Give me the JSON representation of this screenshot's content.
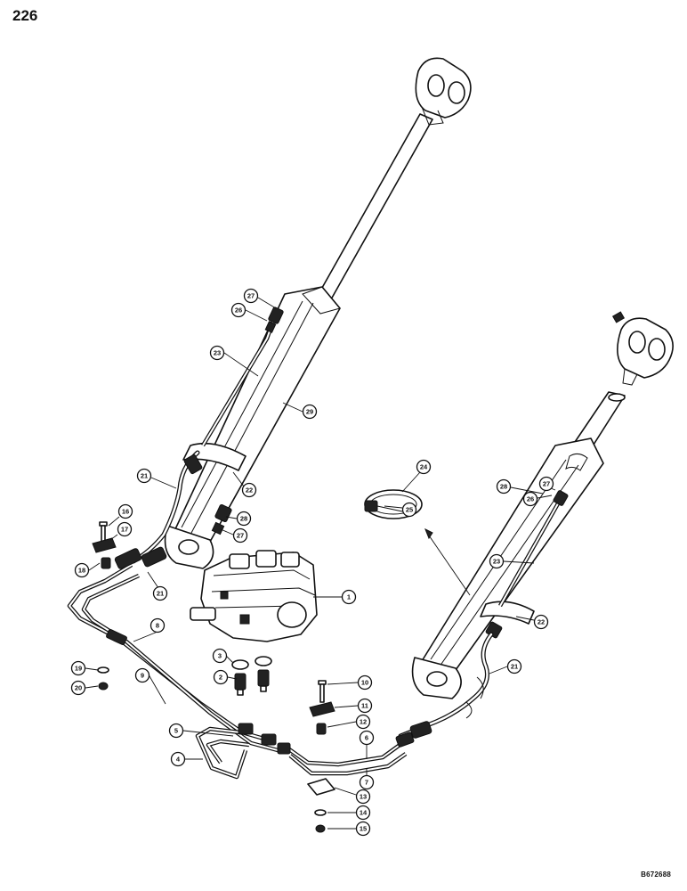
{
  "page": {
    "number": "226",
    "drawing_id": "B672688"
  },
  "callouts": [
    {
      "label": "1"
    },
    {
      "label": "2"
    },
    {
      "label": "3"
    },
    {
      "label": "4"
    },
    {
      "label": "5"
    },
    {
      "label": "6"
    },
    {
      "label": "7"
    },
    {
      "label": "8"
    },
    {
      "label": "9"
    },
    {
      "label": "10"
    },
    {
      "label": "11"
    },
    {
      "label": "12"
    },
    {
      "label": "13"
    },
    {
      "label": "14"
    },
    {
      "label": "15"
    },
    {
      "label": "16"
    },
    {
      "label": "17"
    },
    {
      "label": "18"
    },
    {
      "label": "19"
    },
    {
      "label": "20"
    },
    {
      "label": "21"
    },
    {
      "label": "21"
    },
    {
      "label": "21"
    },
    {
      "label": "22"
    },
    {
      "label": "22"
    },
    {
      "label": "23"
    },
    {
      "label": "23"
    },
    {
      "label": "24"
    },
    {
      "label": "25"
    },
    {
      "label": "26"
    },
    {
      "label": "26"
    },
    {
      "label": "27"
    },
    {
      "label": "27"
    },
    {
      "label": "27"
    },
    {
      "label": "28"
    },
    {
      "label": "28"
    },
    {
      "label": "29"
    }
  ]
}
